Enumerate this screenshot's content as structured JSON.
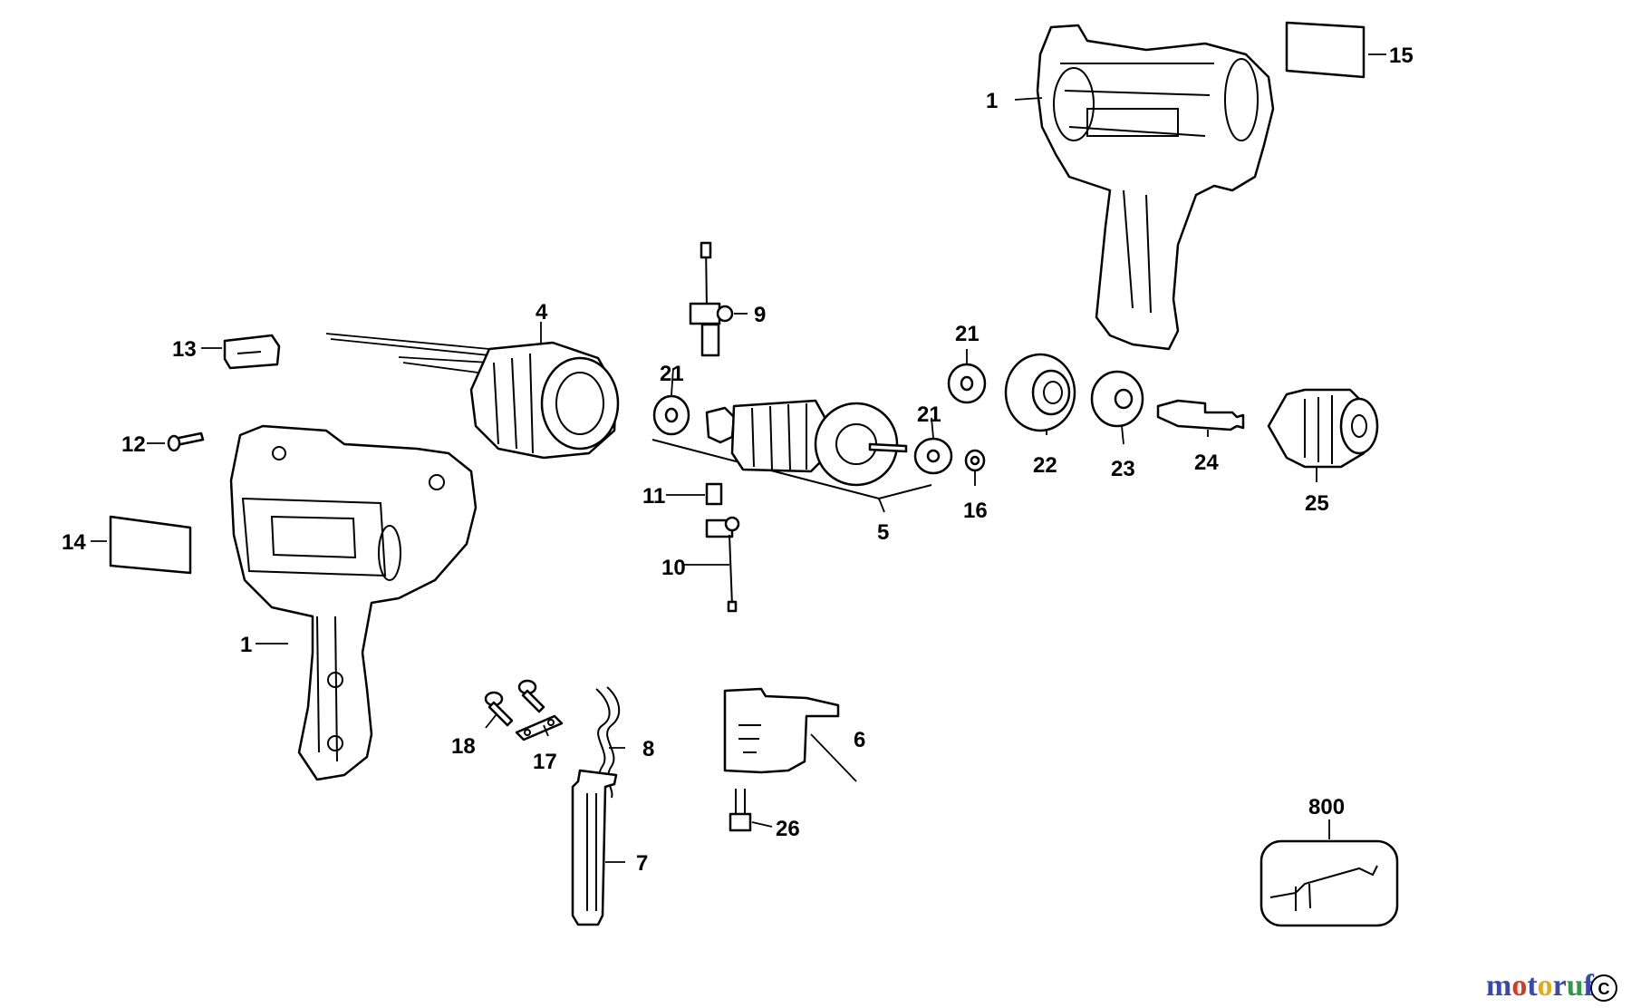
{
  "labels": {
    "p1_housing_top": "1",
    "p1_housing_front": "1",
    "p4": "4",
    "p5": "5",
    "p6": "6",
    "p7": "7",
    "p8": "8",
    "p9": "9",
    "p10": "10",
    "p11": "11",
    "p12": "12",
    "p13": "13",
    "p14": "14",
    "p15": "15",
    "p16": "16",
    "p17": "17",
    "p18": "18",
    "p21_a": "21",
    "p21_b": "21",
    "p21_c": "21",
    "p22": "22",
    "p23": "23",
    "p24": "24",
    "p25": "25",
    "p26": "26",
    "p800": "800"
  },
  "watermark": {
    "text": "motoruf",
    "colors": [
      "#3b4aa8",
      "#d23a2a",
      "#3b4aa8",
      "#e2a81e",
      "#3b4aa8",
      "#2f9a45",
      "#3b4aa8"
    ],
    "badge": "C"
  }
}
